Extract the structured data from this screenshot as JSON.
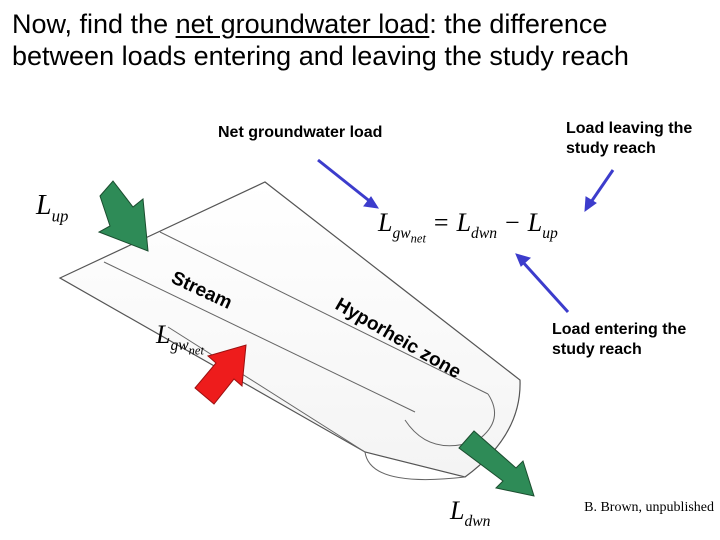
{
  "slide": {
    "title_before": "Now, find the ",
    "title_underlined": "net groundwater load",
    "title_after": ": the difference between loads entering and leaving the study reach"
  },
  "labels": {
    "net_gw_load": "Net groundwater load",
    "load_leaving": "Load leaving the study reach",
    "load_entering": "Load entering the study reach",
    "credit": "B. Brown, unpublished"
  },
  "equation": {
    "lhs_symbol": "L",
    "lhs_sub": "gw",
    "lhs_subsub": "net",
    "equals": "=",
    "term1_symbol": "L",
    "term1_sub": "dwn",
    "minus": "−",
    "term2_symbol": "L",
    "term2_sub": "up"
  },
  "diagram": {
    "stream_word": "Stream",
    "hyporheic_word": "Hyporheic zone",
    "l_up_symbol": "L",
    "l_up_sub": "up",
    "l_gwnet_symbol": "L",
    "l_gwnet_sub": "gw",
    "l_gwnet_subsub": "net",
    "l_dwn_symbol": "L",
    "l_dwn_sub": "dwn"
  },
  "colors": {
    "green_arrow": "#2e8b57",
    "red_arrow": "#ee1c1c",
    "blue_arrow": "#3c3ccc"
  }
}
